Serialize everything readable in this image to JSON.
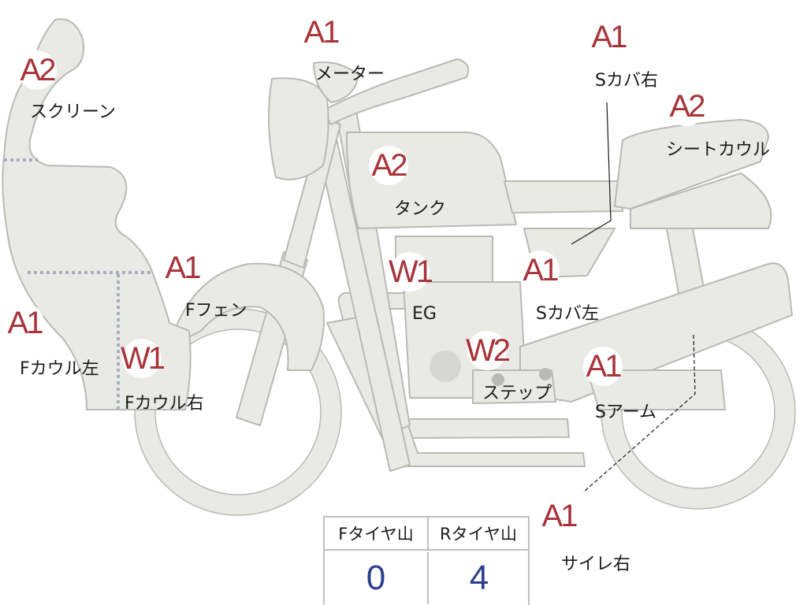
{
  "colors": {
    "body_fill": "#e9e9e6",
    "body_stroke": "#b9b9b6",
    "marker_text": "#a8343a",
    "value_text": "#2b3f8c"
  },
  "parts": [
    {
      "id": "screen",
      "grade": "A2",
      "label": "スクリーン"
    },
    {
      "id": "meter",
      "grade": "A1",
      "label": "メーター"
    },
    {
      "id": "rside-cover",
      "grade": "A1",
      "label": "Sカバ右"
    },
    {
      "id": "seat-cowl",
      "grade": "A2",
      "label": "シートカウル"
    },
    {
      "id": "tank",
      "grade": "A2",
      "label": "タンク"
    },
    {
      "id": "f-fender",
      "grade": "A1",
      "label": "Fフェン"
    },
    {
      "id": "engine",
      "grade": "W1",
      "label": "EG"
    },
    {
      "id": "lside-cover",
      "grade": "A1",
      "label": "Sカバ左"
    },
    {
      "id": "f-cowl-left",
      "grade": "A1",
      "label": "Fカウル左"
    },
    {
      "id": "f-cowl-right",
      "grade": "W1",
      "label": "Fカウル右"
    },
    {
      "id": "step",
      "grade": "W2",
      "label": "ステップ"
    },
    {
      "id": "swing-arm",
      "grade": "A1",
      "label": "Sアーム"
    },
    {
      "id": "muffler-right",
      "grade": "A1",
      "label": "サイレ右"
    }
  ],
  "tread": {
    "front_header": "Fタイヤ山",
    "rear_header": "Rタイヤ山",
    "front_value": "0",
    "rear_value": "4"
  }
}
